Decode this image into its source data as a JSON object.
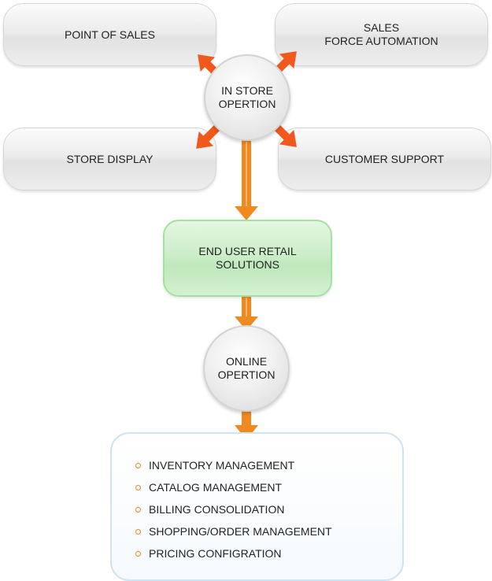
{
  "diagram": {
    "top_nodes": [
      {
        "label_lines": [
          "POINT OF SALES"
        ]
      },
      {
        "label_lines": [
          "SALES",
          "FORCE AUTOMATION"
        ]
      },
      {
        "label_lines": [
          "STORE DISPLAY"
        ]
      },
      {
        "label_lines": [
          "CUSTOMER SUPPORT"
        ]
      }
    ],
    "hub_in_store": {
      "line1": "IN STORE",
      "line2": "OPERTION"
    },
    "center_node": {
      "line1": "END USER RETAIL",
      "line2": "SOLUTIONS"
    },
    "hub_online": {
      "line1": "ONLINE",
      "line2": "OPERTION"
    },
    "online_features": [
      "INVENTORY MANAGEMENT",
      "CATALOG MANAGEMENT",
      "BILLING CONSOLIDATION",
      "SHOPPING/ORDER MANAGEMENT",
      "PRICING CONFIGRATION"
    ],
    "colors": {
      "arrow_diagonal": "#f0581c",
      "arrow_vertical": "#ef8a1e",
      "bullet": "#e8892a",
      "green_border": "#a6dfa1",
      "list_border": "#cfe3f0"
    }
  }
}
